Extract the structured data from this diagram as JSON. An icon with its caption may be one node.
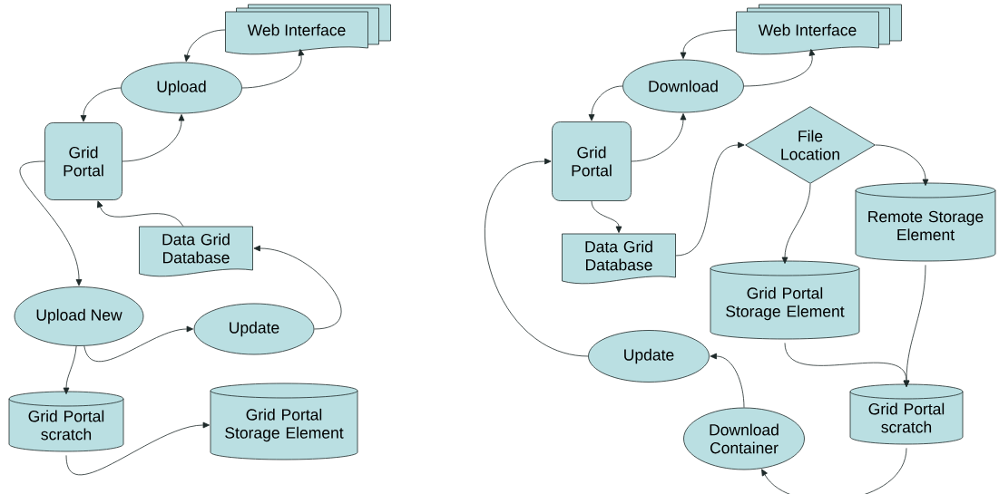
{
  "diagram": {
    "nodes": [
      {
        "text": [
          "Web Interface"
        ]
      },
      {
        "text": [
          "Upload"
        ]
      },
      {
        "text": [
          "Grid Portal"
        ]
      },
      {
        "text": [
          "Data Grid Database"
        ]
      },
      {
        "text": [
          "Upload New"
        ]
      },
      {
        "text": [
          "Update"
        ]
      },
      {
        "text": [
          "Grid Portal scratch"
        ]
      },
      {
        "text": [
          "Grid Portal Storage Element"
        ]
      },
      {
        "text": [
          "Web Interface"
        ]
      },
      {
        "text": [
          "Download"
        ]
      },
      {
        "text": [
          "Grid Portal"
        ]
      },
      {
        "text": [
          "Data Grid Database"
        ]
      },
      {
        "text": [
          "File Location"
        ]
      },
      {
        "text": [
          "Remote Storage Element"
        ]
      },
      {
        "text": [
          "Grid Portal Storage Element"
        ]
      },
      {
        "text": [
          "Update"
        ]
      },
      {
        "text": [
          "Grid Portal scratch"
        ]
      },
      {
        "text": [
          "Download Container"
        ]
      }
    ],
    "edges": [
      {
        "from": 0,
        "to": 1,
        "arrow": "to"
      },
      {
        "from": 1,
        "to": 0,
        "arrow": "to"
      },
      {
        "from": 1,
        "to": 2,
        "arrow": "to"
      },
      {
        "from": 2,
        "to": 1,
        "arrow": "to"
      },
      {
        "from": 3,
        "to": 2,
        "arrow": "to"
      },
      {
        "from": 2,
        "to": 4,
        "arrow": "to"
      },
      {
        "from": 4,
        "to": 5,
        "arrow": "to"
      },
      {
        "from": 5,
        "to": 3,
        "arrow": "to"
      },
      {
        "from": 4,
        "to": 6,
        "arrow": "to"
      },
      {
        "from": 6,
        "to": 7,
        "arrow": "to"
      },
      {
        "from": 8,
        "to": 9,
        "arrow": "to"
      },
      {
        "from": 9,
        "to": 8,
        "arrow": "to"
      },
      {
        "from": 9,
        "to": 10,
        "arrow": "to"
      },
      {
        "from": 10,
        "to": 9,
        "arrow": "to"
      },
      {
        "from": 10,
        "to": 11,
        "arrow": "to"
      },
      {
        "from": 11,
        "to": 12,
        "arrow": "to"
      },
      {
        "from": 12,
        "to": 14,
        "arrow": "to"
      },
      {
        "from": 12,
        "to": 13,
        "arrow": "to"
      },
      {
        "from": 14,
        "to": 16,
        "arrow": "to"
      },
      {
        "from": 13,
        "to": 16,
        "arrow": "to"
      },
      {
        "from": 16,
        "to": 17,
        "arrow": "to"
      },
      {
        "from": 17,
        "to": 15,
        "arrow": "to"
      },
      {
        "from": 15,
        "to": 10,
        "arrow": "to"
      }
    ]
  }
}
